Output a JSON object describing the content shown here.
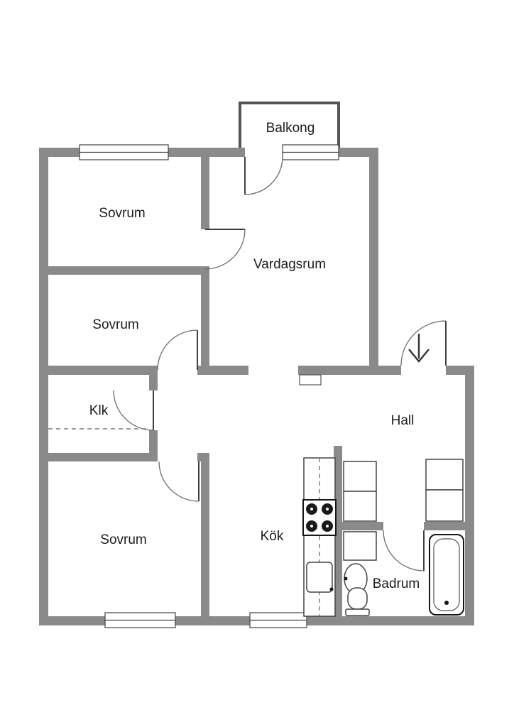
{
  "floorplan": {
    "colors": {
      "wall": "#8a8a8a",
      "line": "#444444",
      "fixture": "#444444",
      "text": "#1c1c1c",
      "bg": "#ffffff"
    },
    "rooms": [
      {
        "id": "balkong",
        "label": "Balkong"
      },
      {
        "id": "sovrum-1",
        "label": "Sovrum"
      },
      {
        "id": "vardagsrum",
        "label": "Vardagsrum"
      },
      {
        "id": "sovrum-2",
        "label": "Sovrum"
      },
      {
        "id": "klk",
        "label": "Klk"
      },
      {
        "id": "hall",
        "label": "Hall"
      },
      {
        "id": "sovrum-3",
        "label": "Sovrum"
      },
      {
        "id": "kok",
        "label": "Kök"
      },
      {
        "id": "badrum",
        "label": "Badrum"
      }
    ],
    "fixtures": [
      "balcony",
      "windows",
      "entrance-arrow",
      "stove",
      "kitchen-counter",
      "kitchen-sink",
      "tall-cabinets",
      "hall-wardrobes",
      "bathtub",
      "washbasin",
      "toilet",
      "klk-wardrobe-dashed",
      "radiator"
    ]
  }
}
